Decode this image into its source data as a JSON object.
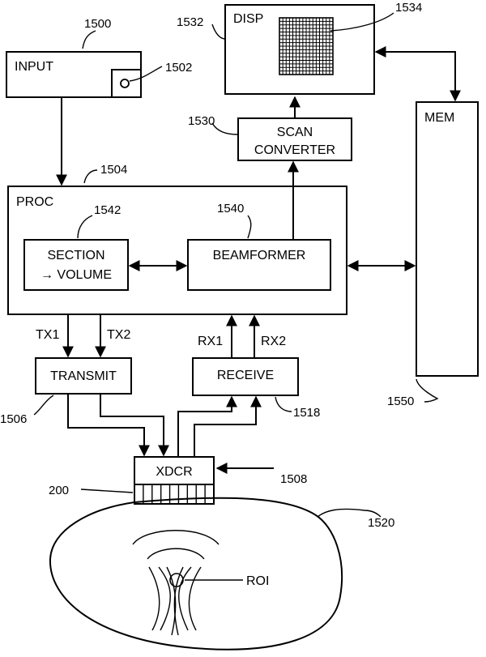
{
  "blocks": {
    "input": "INPUT",
    "disp": "DISP",
    "mem": "MEM",
    "scan_converter_line1": "SCAN",
    "scan_converter_line2": "CONVERTER",
    "proc": "PROC",
    "section_volume_line1": "SECTION",
    "section_volume_line2": "→ VOLUME",
    "beamformer": "BEAMFORMER",
    "transmit": "TRANSMIT",
    "receive": "RECEIVE",
    "xdcr": "XDCR",
    "roi": "ROI"
  },
  "signals": {
    "tx1": "TX1",
    "tx2": "TX2",
    "rx1": "RX1",
    "rx2": "RX2"
  },
  "refs": {
    "r1500": "1500",
    "r1502": "1502",
    "r1504": "1504",
    "r1506": "1506",
    "r1508": "1508",
    "r1518": "1518",
    "r1520": "1520",
    "r1530": "1530",
    "r1532": "1532",
    "r1534": "1534",
    "r1540": "1540",
    "r1542": "1542",
    "r1550": "1550",
    "r200": "200"
  }
}
